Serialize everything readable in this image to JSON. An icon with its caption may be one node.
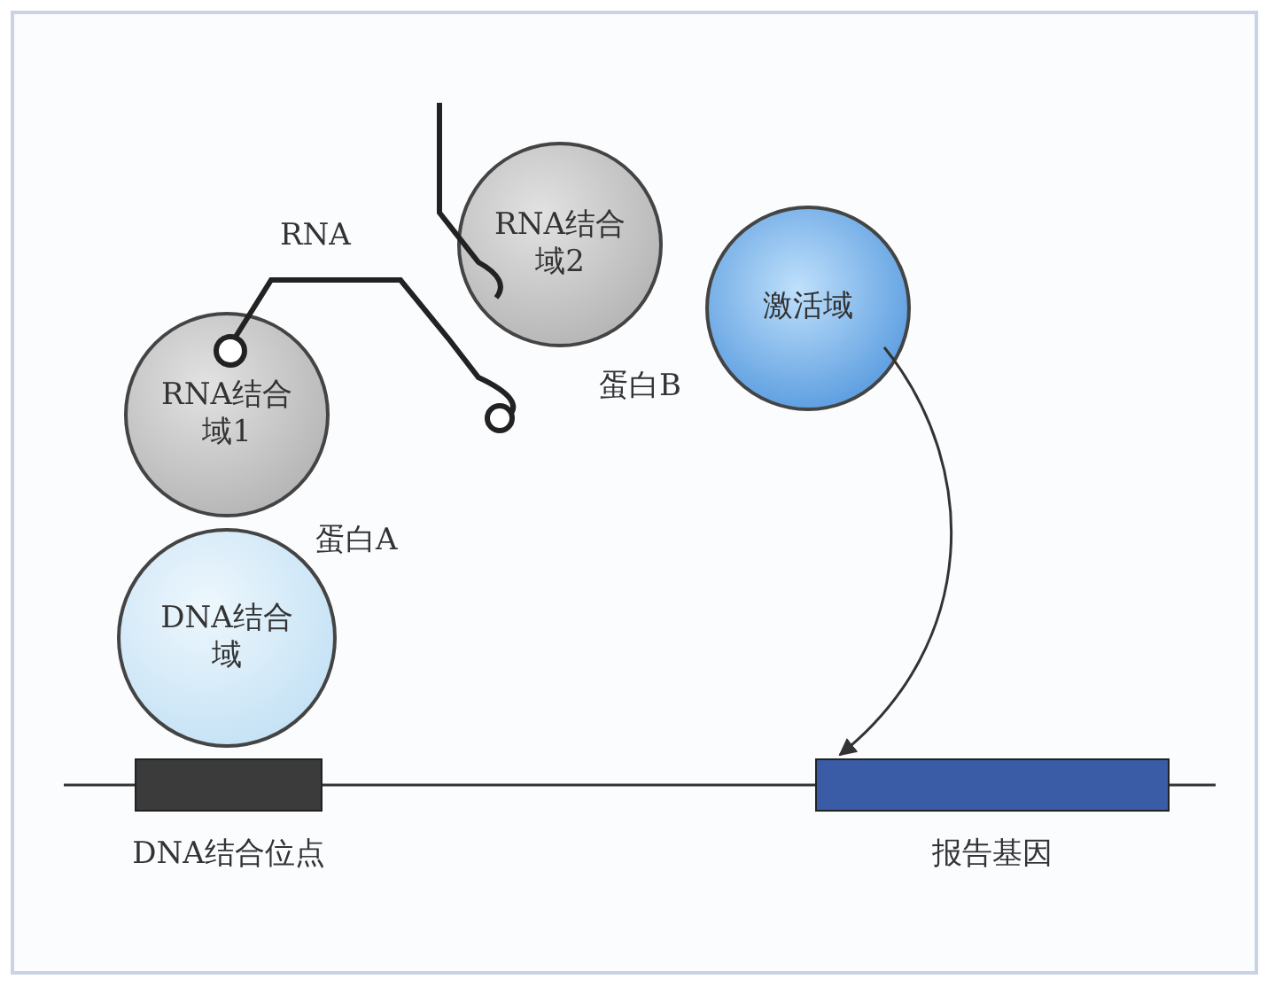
{
  "diagram": {
    "nodes": [
      {
        "text": [
          "RNA结合域1"
        ]
      },
      {
        "text": [
          "DNA结合域"
        ]
      },
      {
        "text": [
          "RNA结合域2"
        ]
      },
      {
        "text": [
          "激活域"
        ]
      },
      {
        "text": [
          "DNA结合位点"
        ]
      },
      {
        "text": [
          "报告基因"
        ]
      }
    ],
    "edges": [
      {
        "from": 3,
        "to": 5,
        "arrow": "to"
      }
    ],
    "labels": [
      "RNA",
      "蛋白B",
      "蛋白A"
    ]
  }
}
